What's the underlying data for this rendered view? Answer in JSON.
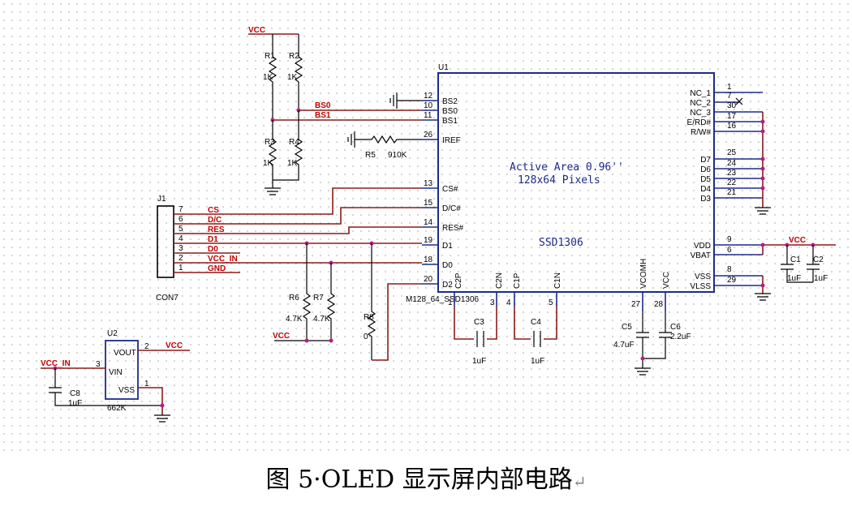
{
  "caption": {
    "text": "图 5·OLED 显示屏内部电路",
    "mark": "↵"
  },
  "chip": {
    "ref": "U1",
    "part": "M128_64_SSD1306",
    "name": "SSD1306",
    "active_area": "Active Area 0.96''",
    "resolution": "128x64 Pixels",
    "left_pins": [
      {
        "num": "12",
        "name": "BS2"
      },
      {
        "num": "10",
        "name": "BS0"
      },
      {
        "num": "11",
        "name": "BS1"
      },
      {
        "num": "26",
        "name": "IREF"
      },
      {
        "num": "13",
        "name": "CS#"
      },
      {
        "num": "15",
        "name": "D/C#"
      },
      {
        "num": "14",
        "name": "RES#"
      },
      {
        "num": "19",
        "name": "D1"
      },
      {
        "num": "18",
        "name": "D0"
      },
      {
        "num": "20",
        "name": "D2"
      }
    ],
    "right_pins": [
      {
        "num": "1",
        "name": "NC_1"
      },
      {
        "num": "7",
        "name": "NC_2"
      },
      {
        "num": "30",
        "name": "NC_3"
      },
      {
        "num": "17",
        "name": "E/RD#"
      },
      {
        "num": "16",
        "name": "R/W#"
      },
      {
        "num": "25",
        "name": "D7"
      },
      {
        "num": "24",
        "name": "D6"
      },
      {
        "num": "23",
        "name": "D5"
      },
      {
        "num": "22",
        "name": "D4"
      },
      {
        "num": "21",
        "name": "D3"
      },
      {
        "num": "9",
        "name": "VDD"
      },
      {
        "num": "6",
        "name": "VBAT"
      },
      {
        "num": "8",
        "name": "VSS"
      },
      {
        "num": "29",
        "name": "VLSS"
      }
    ],
    "bottom_pins": [
      {
        "num": "1",
        "name": "C2P"
      },
      {
        "num": "3",
        "name": "C2N"
      },
      {
        "num": "4",
        "name": "C1P"
      },
      {
        "num": "5",
        "name": "C1N"
      },
      {
        "num": "27",
        "name": "VCOMH"
      },
      {
        "num": "28",
        "name": "VCC"
      }
    ]
  },
  "connector": {
    "ref": "J1",
    "part": "CON7",
    "pins": [
      {
        "num": "7",
        "net": "CS"
      },
      {
        "num": "6",
        "net": "D/C"
      },
      {
        "num": "5",
        "net": "RES"
      },
      {
        "num": "4",
        "net": "D1"
      },
      {
        "num": "3",
        "net": "D0"
      },
      {
        "num": "2",
        "net": "VCC_IN"
      },
      {
        "num": "1",
        "net": "GND"
      }
    ]
  },
  "regulator": {
    "ref": "U2",
    "part": "662K",
    "pins": [
      {
        "num": "3",
        "name": "VIN"
      },
      {
        "num": "2",
        "name": "VOUT"
      },
      {
        "num": "1",
        "name": "VSS"
      }
    ]
  },
  "nets": {
    "vcc": "VCC",
    "vcc_in": "VCC_IN",
    "bs0": "BS0",
    "bs1": "BS1"
  },
  "components": {
    "r1": {
      "ref": "R1",
      "value": "1K"
    },
    "r2": {
      "ref": "R2",
      "value": "1K"
    },
    "r3": {
      "ref": "R3",
      "value": "1K"
    },
    "r4": {
      "ref": "R4",
      "value": "1K"
    },
    "r5": {
      "ref": "R5",
      "value": "910K"
    },
    "r6": {
      "ref": "R6",
      "value": "4.7K"
    },
    "r7": {
      "ref": "R7",
      "value": "4.7K"
    },
    "r8": {
      "ref": "R8",
      "value": "0"
    },
    "c1": {
      "ref": "C1",
      "value": "1uF"
    },
    "c2": {
      "ref": "C2",
      "value": "1uF"
    },
    "c3": {
      "ref": "C3",
      "value": "1uF"
    },
    "c4": {
      "ref": "C4",
      "value": "1uF"
    },
    "c5": {
      "ref": "C5",
      "value": "4.7uF"
    },
    "c6": {
      "ref": "C6",
      "value": "2.2uF"
    },
    "c8": {
      "ref": "C8",
      "value": "1uF"
    }
  }
}
